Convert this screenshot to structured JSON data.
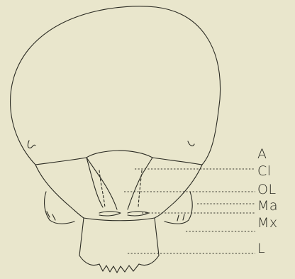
{
  "labels": [
    {
      "id": "A",
      "text": "A"
    },
    {
      "id": "Cl",
      "text": "Cl"
    },
    {
      "id": "OL",
      "text": "OL"
    },
    {
      "id": "Ma",
      "text": "Ma"
    },
    {
      "id": "Mx",
      "text": "Mx"
    },
    {
      "id": "L",
      "text": "L"
    }
  ]
}
